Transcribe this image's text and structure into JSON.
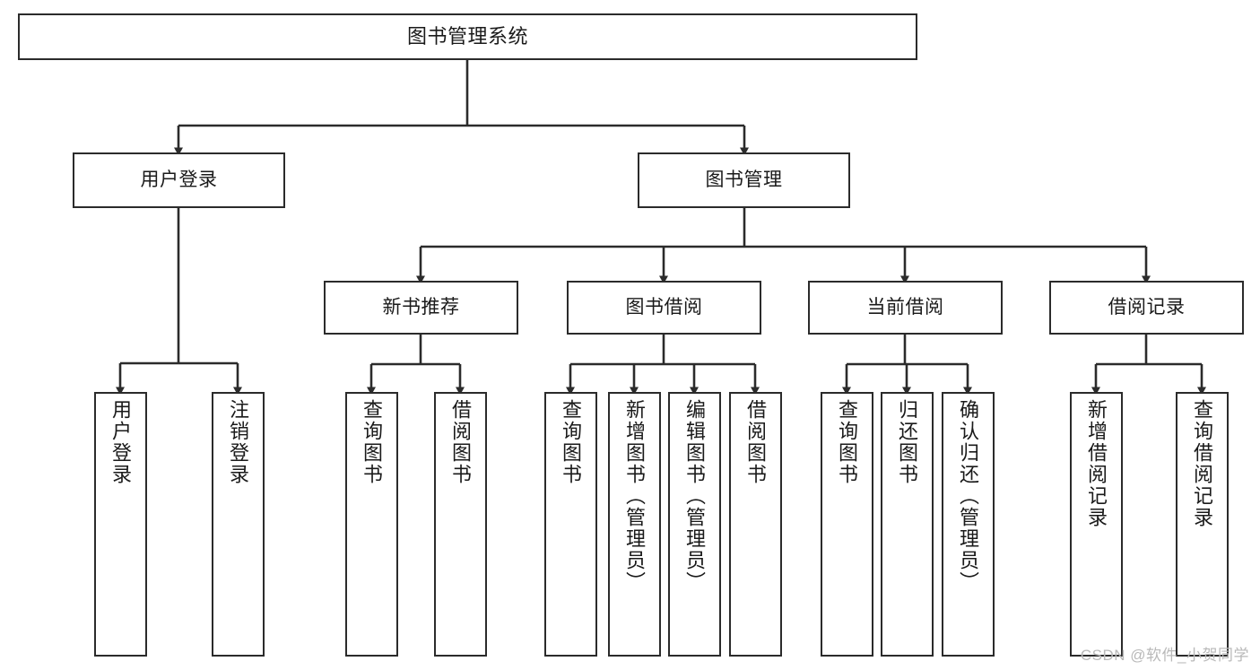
{
  "diagram": {
    "title": "图书管理系统",
    "type": "hierarchy-tree",
    "orientation": "top-down",
    "watermark": "CSDN @软件_小贺同学",
    "colors": {
      "box_border": "#2b2b2b",
      "box_fill": "#ffffff",
      "edge": "#2b2b2b",
      "text": "#1a1a1a",
      "watermark": "#b9b9b9",
      "background": "#ffffff"
    },
    "nodes": {
      "root": {
        "label": "图书管理系统"
      },
      "level2": [
        {
          "id": "user-login",
          "label": "用户登录"
        },
        {
          "id": "book-management",
          "label": "图书管理"
        }
      ],
      "level3": [
        {
          "id": "new-book-recommend",
          "label": "新书推荐"
        },
        {
          "id": "book-borrow",
          "label": "图书借阅"
        },
        {
          "id": "current-borrow",
          "label": "当前借阅"
        },
        {
          "id": "borrow-record",
          "label": "借阅记录"
        }
      ],
      "leaves": {
        "user_login": [
          {
            "id": "leaf-user-login",
            "label": "用户登录"
          },
          {
            "id": "leaf-logout-login",
            "label": "注销登录"
          }
        ],
        "new_book_recommend": [
          {
            "id": "leaf-query-book-1",
            "label": "查询图书"
          },
          {
            "id": "leaf-borrow-book-1",
            "label": "借阅图书"
          }
        ],
        "book_borrow": [
          {
            "id": "leaf-query-book-2",
            "label": "查询图书"
          },
          {
            "id": "leaf-add-book",
            "label": "新增图书（管理员）"
          },
          {
            "id": "leaf-edit-book",
            "label": "编辑图书（管理员）"
          },
          {
            "id": "leaf-borrow-book-2",
            "label": "借阅图书"
          }
        ],
        "current_borrow": [
          {
            "id": "leaf-query-book-3",
            "label": "查询图书"
          },
          {
            "id": "leaf-return-book",
            "label": "归还图书"
          },
          {
            "id": "leaf-confirm-return",
            "label": "确认归还（管理员）"
          }
        ],
        "borrow_record": [
          {
            "id": "leaf-add-record",
            "label": "新增借阅记录"
          },
          {
            "id": "leaf-query-record",
            "label": "查询借阅记录"
          }
        ]
      }
    }
  }
}
